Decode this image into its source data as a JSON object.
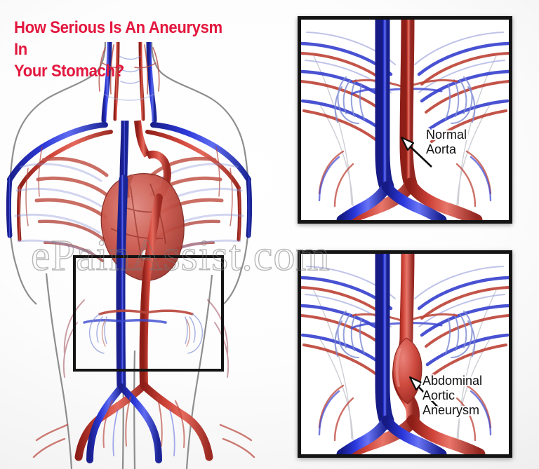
{
  "page": {
    "title_text": "How Serious Is An Aneurysm In\nYour Stomach?",
    "title_color": "#e3173e",
    "watermark": "ePainAssist.com",
    "background": "#f2f2f2"
  },
  "figure": {
    "name": "human-circulatory-system-torso",
    "description": "Anterior view of human torso showing heart, rib cage, arteries and veins",
    "artery_color": "#c0392b",
    "vein_color": "#2233cc",
    "outline_color": "#6f6f6f",
    "highlight_box_label": "abdominal-aorta-region"
  },
  "panels": [
    {
      "id": "panel-normal",
      "name": "normal-aorta-panel",
      "callout": "Normal\nAorta",
      "aorta_state": "normal",
      "border_color": "#141414"
    },
    {
      "id": "panel-aneurysm",
      "name": "abdominal-aortic-aneurysm-panel",
      "callout": "Abdominal\nAortic\nAneurysm",
      "aorta_state": "bulging",
      "border_color": "#141414"
    }
  ]
}
